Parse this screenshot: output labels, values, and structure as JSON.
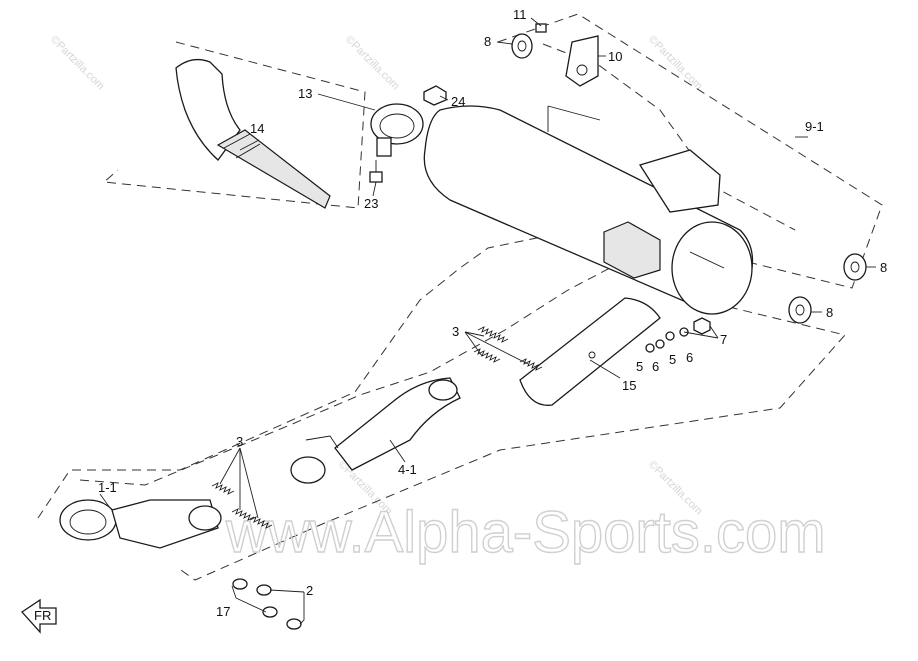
{
  "diagram": {
    "watermark_main": "www.Alpha-Sports.com",
    "watermark_small": "©Partzilla.com",
    "front_arrow_label": "FR",
    "callouts": {
      "c1_1": "1-1",
      "c2": "2",
      "c3_upper": "3",
      "c3_lower": "3",
      "c4_1": "4-1",
      "c5_a": "5",
      "c5_b": "5",
      "c6_a": "6",
      "c6_b": "6",
      "c7": "7",
      "c8_top": "8",
      "c8_right_upper": "8",
      "c8_right_lower": "8",
      "c9_1": "9-1",
      "c10": "10",
      "c11": "11",
      "c13": "13",
      "c14": "14",
      "c15": "15",
      "c17": "17",
      "c23": "23",
      "c24": "24"
    }
  }
}
